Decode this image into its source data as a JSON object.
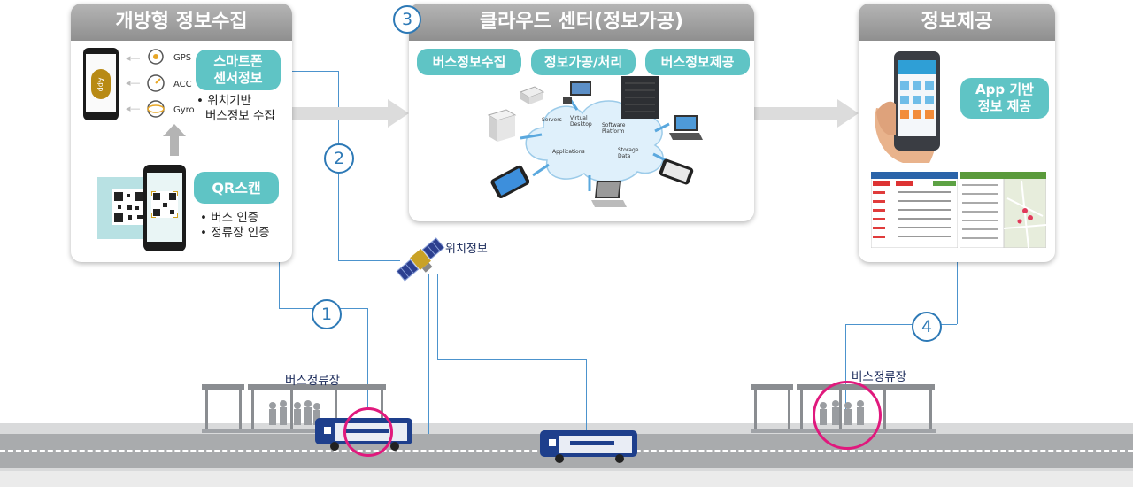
{
  "left_panel": {
    "title": "개방형 정보수집",
    "sensors": [
      "GPS",
      "ACC",
      "Gyro"
    ],
    "app_label": "App",
    "pill1_line1": "스마트폰",
    "pill1_line2": "센서정보",
    "text1_line1": "• 위치기반",
    "text1_line2": "버스정보 수집",
    "pill2": "QR스캔",
    "text2_line1": "• 버스 인증",
    "text2_line2": "• 정류장 인증"
  },
  "center_panel": {
    "number": "3",
    "title": "클라우드 센터(정보가공)",
    "pills": [
      "버스정보수집",
      "정보가공/처리",
      "버스정보제공"
    ],
    "cloud_labels": {
      "servers": "Servers",
      "virtual_desktop": "Virtual Desktop",
      "software_platform": "Software Platform",
      "applications": "Applications",
      "storage_data": "Storage Data"
    }
  },
  "right_panel": {
    "title": "정보제공",
    "pill_line1": "App 기반",
    "pill_line2": "정보 제공"
  },
  "numbers": [
    "1",
    "2",
    "4"
  ],
  "satellite_label": "위치정보",
  "stop_label_left": "버스정류장",
  "stop_label_right": "버스정류장",
  "colors": {
    "accent_teal": "#5fc4c5",
    "header_gray": "#a3a3a3",
    "line_blue": "#4c93cd",
    "highlight_pink": "#e0197d",
    "road": "#a9abad"
  },
  "icons": [
    "smartphone-icon",
    "gps-icon",
    "accelerometer-icon",
    "gyro-icon",
    "qr-code-icon",
    "cloud-icon",
    "server-icon",
    "laptop-icon",
    "tablet-icon",
    "satellite-icon",
    "bus-icon",
    "bus-stop-icon",
    "arrow-right-icon",
    "arrow-up-icon"
  ]
}
